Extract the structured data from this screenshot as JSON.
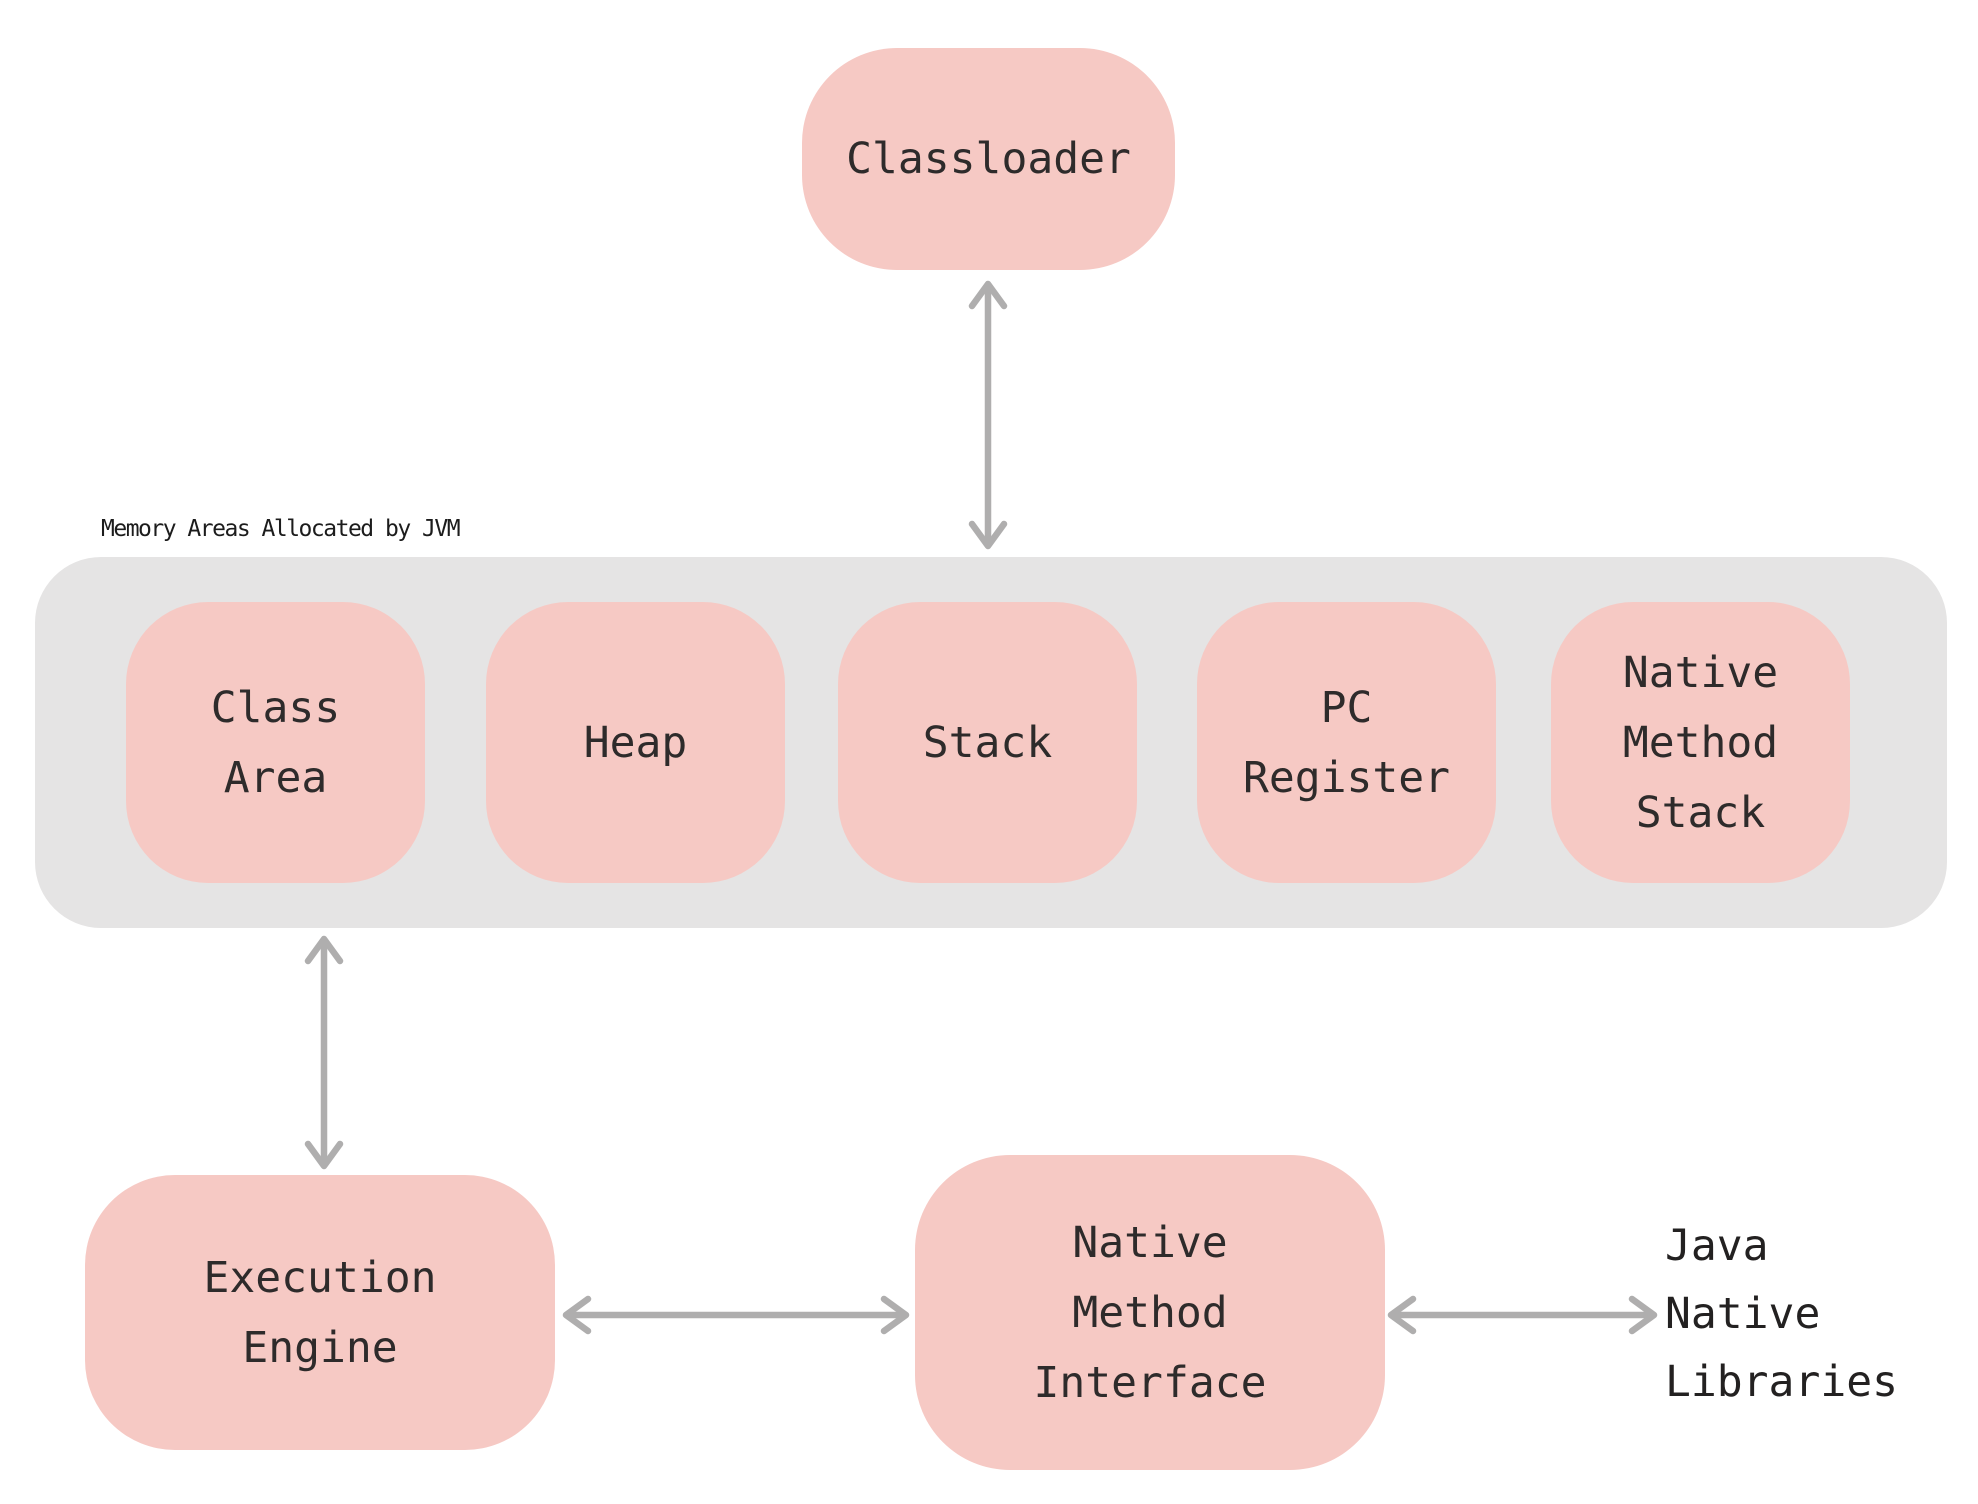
{
  "memory_section": {
    "title": "Memory Areas Allocated by JVM",
    "areas": [
      {
        "label": "Class\nArea"
      },
      {
        "label": "Heap"
      },
      {
        "label": "Stack"
      },
      {
        "label": "PC\nRegister"
      },
      {
        "label": "Native\nMethod\nStack"
      }
    ]
  },
  "nodes": {
    "classloader": "Classloader",
    "execution_engine": "Execution\nEngine",
    "native_method_interface": "Native\nMethod\nInterface",
    "java_native_libraries": "Java\nNative\nLibraries"
  },
  "colors": {
    "node_fill": "#F6C9C4",
    "memory_container_fill": "#E5E4E4",
    "arrow": "#AFAEAE",
    "node_text": "#2E2B2B",
    "title_text": "#1C1C1C",
    "background": "#FFFFFF"
  }
}
